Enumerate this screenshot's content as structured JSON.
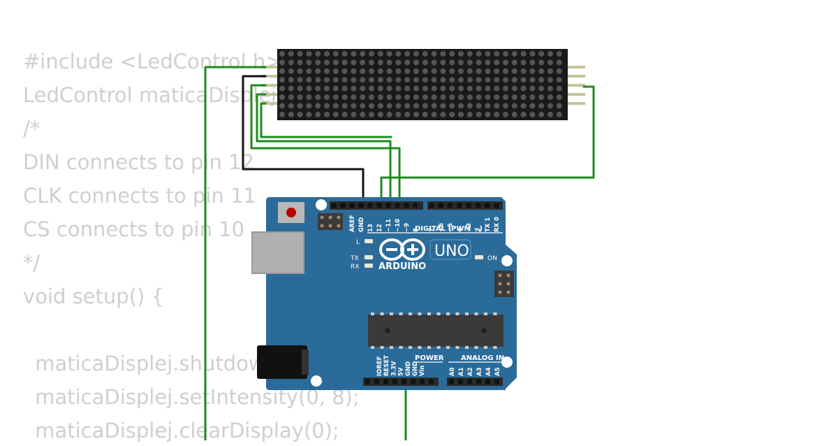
{
  "code": {
    "lines": [
      "#include <LedControl.h>",
      "LedControl maticaDisplej",
      "/*",
      "DIN connects to pin 12",
      "CLK connects to pin 11",
      "CS connects to pin 10",
      "*/",
      "void setup() {",
      "",
      " maticaDisplej.shutdown",
      " maticaDisplej.setIntensity(0, 8);",
      " maticaDisplej.clearDisplay(0);"
    ]
  },
  "board": {
    "model": "UNO",
    "brand": "ARDUINO",
    "digital_header_label": "DIGITAL (PWM ~)",
    "power_label": "POWER",
    "analog_label": "ANALOG IN",
    "on_label": "ON",
    "led_l_label": "L",
    "tx_label": "TX",
    "rx_label": "RX",
    "digital_pins": [
      "AREF",
      "GND",
      "13",
      "12",
      "~11",
      "~10",
      "~9",
      "8",
      "7",
      "~6",
      "~5",
      "4",
      "~3",
      "2",
      "TX 1",
      "RX 0"
    ],
    "power_pins": [
      "IOREF",
      "RESET",
      "3.3V",
      "5V",
      "GND",
      "GND",
      "Vin"
    ],
    "analog_pins": [
      "A0",
      "A1",
      "A2",
      "A3",
      "A4",
      "A5"
    ]
  },
  "colors": {
    "code_text": "#cfcfcf",
    "board": "#2b6b9a",
    "wire_green": "#1f8a1f",
    "wire_black": "#111111",
    "matrix_bg": "#1a1a1a",
    "matrix_dot": "#555555",
    "header_pin": "#c8c29a"
  }
}
